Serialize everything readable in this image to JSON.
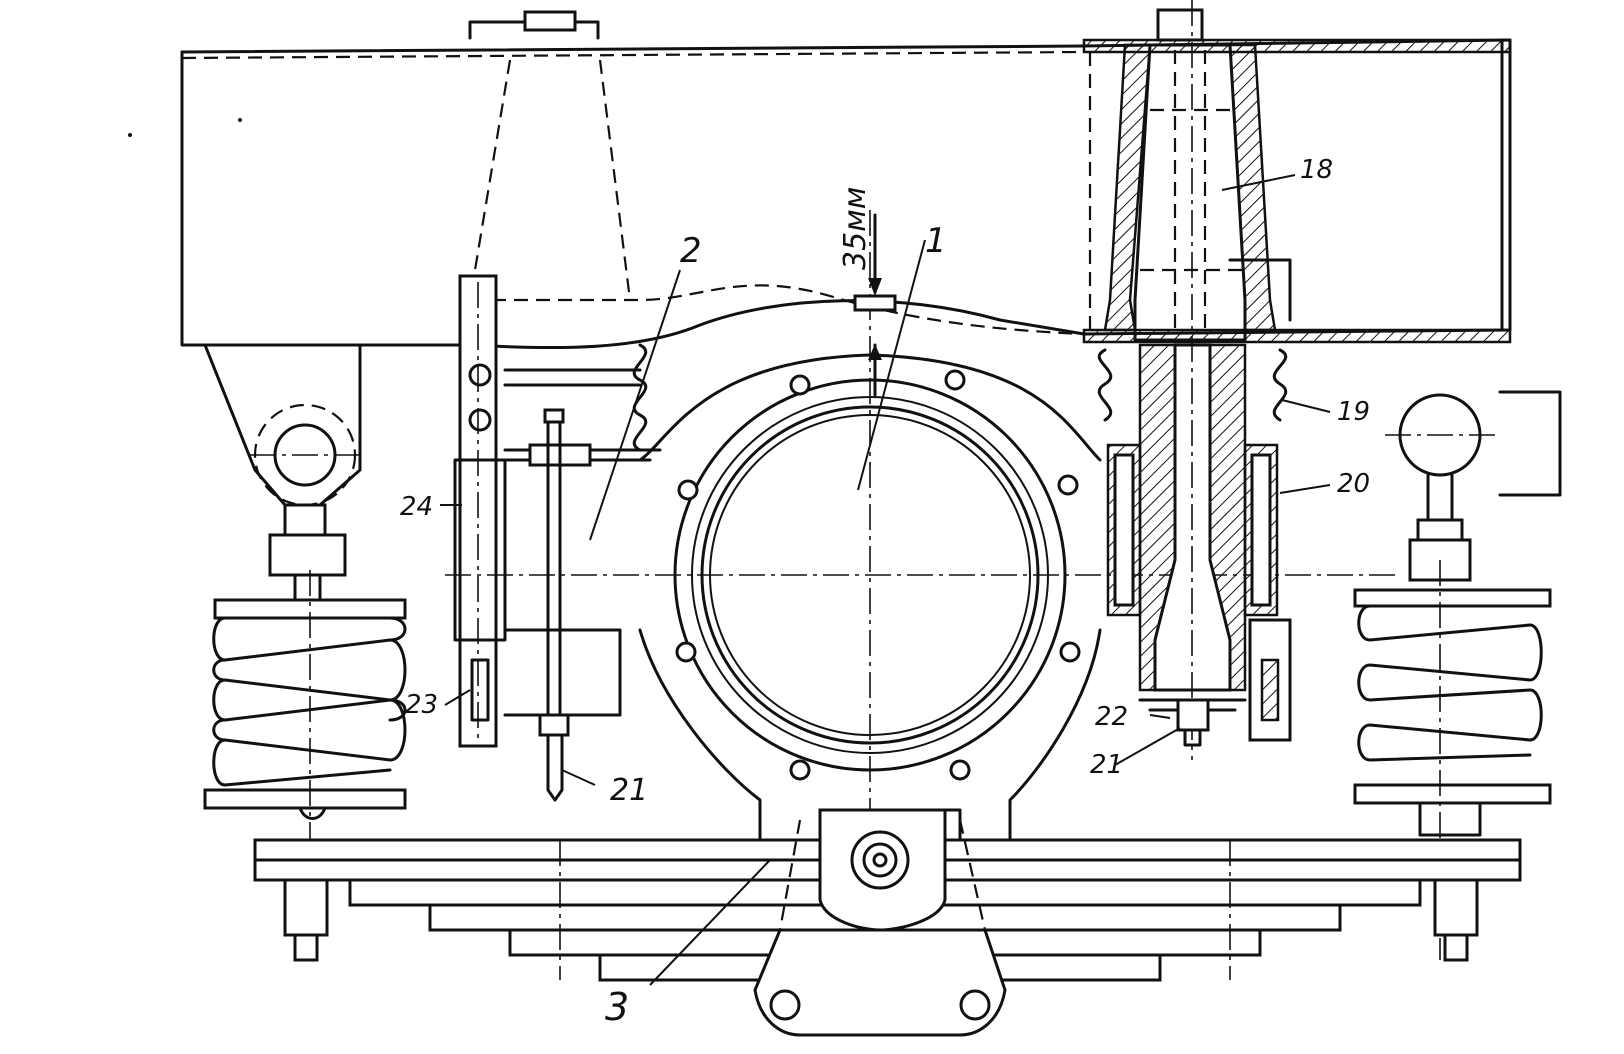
{
  "labels": {
    "dimension": "35мм",
    "l1": "1",
    "l2": "2",
    "l3": "3",
    "l18": "18",
    "l19": "19",
    "l20": "20",
    "l21a": "21",
    "l21b": "21",
    "l22": "22",
    "l23": "23",
    "l24": "24"
  },
  "colors": {
    "ink": "#111111",
    "paper": "#ffffff"
  }
}
